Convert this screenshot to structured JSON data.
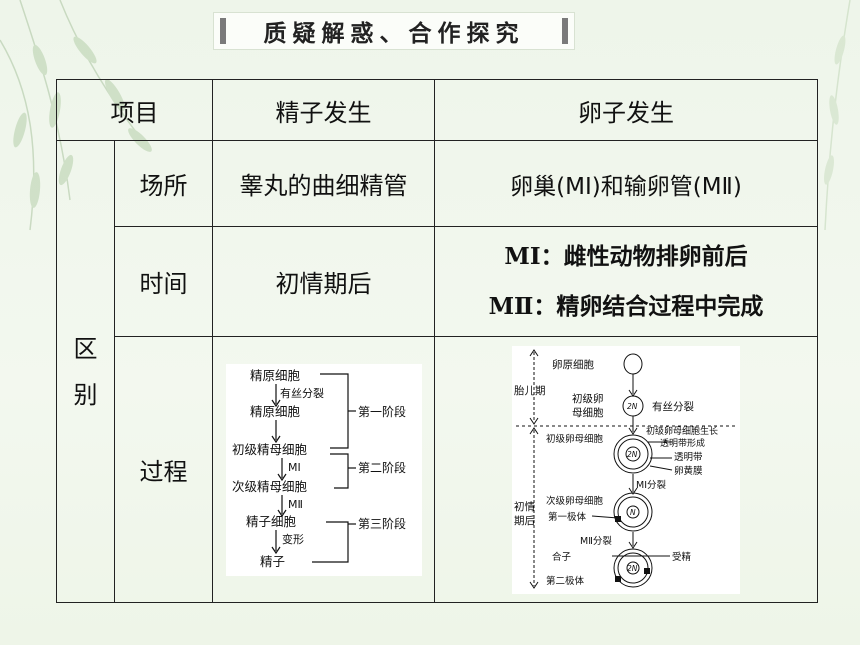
{
  "title": "质疑解惑、合作探究",
  "table": {
    "header": {
      "item": "项目",
      "sperm": "精子发生",
      "egg": "卵子发生"
    },
    "group_label_1": "区",
    "group_label_2": "别",
    "rows": {
      "place": {
        "label": "场所",
        "sperm": "睾丸的曲细精管",
        "egg": "卵巢(MⅠ)和输卵管(MⅡ)"
      },
      "time": {
        "label": "时间",
        "sperm": "初情期后",
        "egg_line1": "MⅠ：雌性动物排卵前后",
        "egg_line2": "MⅡ：精卵结合过程中完成"
      },
      "process": {
        "label": "过程"
      }
    }
  },
  "sperm_diagram": {
    "nodes": [
      "精原细胞",
      "精原细胞",
      "初级精母细胞",
      "次级精母细胞",
      "精子细胞",
      "精子"
    ],
    "arrows": [
      "有丝分裂",
      "MⅠ",
      "MⅡ",
      "变形"
    ],
    "stages": [
      "第一阶段",
      "第二阶段",
      "第三阶段"
    ]
  },
  "egg_diagram": {
    "labels": {
      "oogonium": "卵原细胞",
      "fetal": "胎儿期",
      "primary": "初级卵",
      "primary2": "母细胞",
      "mitosis": "有丝分裂",
      "primary_full": "初级卵母细胞",
      "growth": "初级卵母细胞生长",
      "zona_forming": "透明带形成",
      "zona": "透明带",
      "membrane": "卵黄膜",
      "m1": "MⅠ分裂",
      "secondary": "次级卵母细胞",
      "polar1": "第一极体",
      "puberty1": "初情",
      "puberty2": "期后",
      "m2": "MⅡ分裂",
      "fertilize": "受精",
      "zygote": "合子",
      "polar2": "第二极体",
      "n2": "2N",
      "n": "N"
    }
  }
}
